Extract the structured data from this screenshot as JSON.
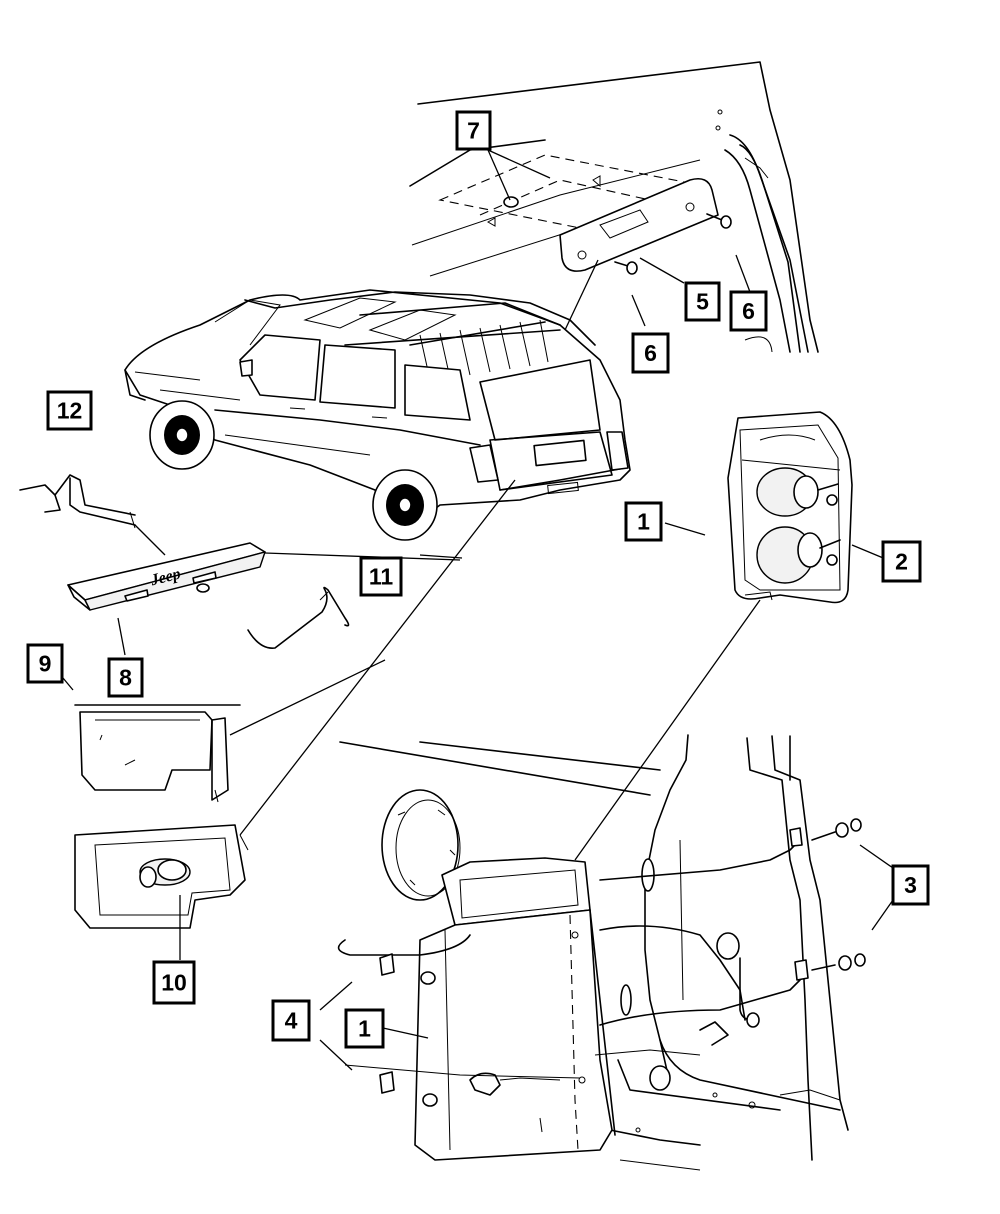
{
  "callouts": [
    {
      "id": "c1",
      "label": "1"
    },
    {
      "id": "c1b",
      "label": "1"
    },
    {
      "id": "c2",
      "label": "2"
    },
    {
      "id": "c3",
      "label": "3"
    },
    {
      "id": "c4",
      "label": "4"
    },
    {
      "id": "c5",
      "label": "5"
    },
    {
      "id": "c6",
      "label": "6"
    },
    {
      "id": "c6b",
      "label": "6"
    },
    {
      "id": "c7",
      "label": "7"
    },
    {
      "id": "c8",
      "label": "8"
    },
    {
      "id": "c9",
      "label": "9"
    },
    {
      "id": "c10",
      "label": "10"
    },
    {
      "id": "c11",
      "label": "11"
    },
    {
      "id": "c12",
      "label": "12"
    }
  ],
  "logo_text": "Jeep"
}
